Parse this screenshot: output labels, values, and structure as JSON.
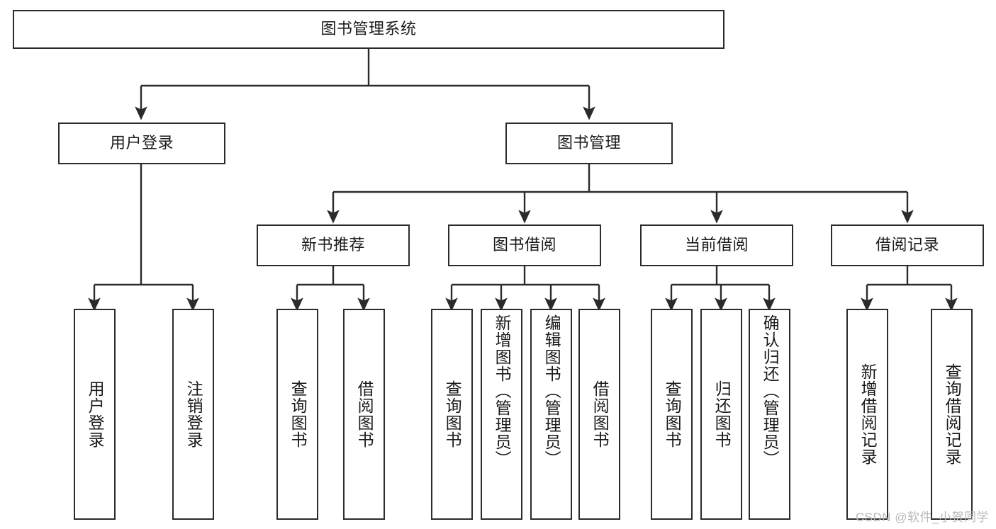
{
  "diagram": {
    "title": "图书管理系统",
    "watermark": "CSDN @软件_小贺同学",
    "type": "tree-hierarchy-diagram",
    "colors": {
      "box_border": "#2b2b2b",
      "box_fill": "#ffffff",
      "connector": "#2b2b2b",
      "text": "#1a1a1a",
      "watermark": "#b9b9b9",
      "background": "#ffffff"
    },
    "levels": {
      "level1": [
        "图书管理系统"
      ],
      "level2": [
        "用户登录",
        "图书管理"
      ],
      "level3": [
        "新书推荐",
        "图书借阅",
        "当前借阅",
        "借阅记录"
      ],
      "level4": [
        "用户登录",
        "注销登录",
        "查询图书",
        "借阅图书",
        "查询图书",
        "新增图书（管理员）",
        "编辑图书（管理员）",
        "借阅图书",
        "查询图书",
        "归还图书",
        "确认归还（管理员）",
        "新增借阅记录",
        "查询借阅记录"
      ]
    },
    "nodes": {
      "root": {
        "label": "图书管理系统"
      },
      "user_login": {
        "label": "用户登录"
      },
      "book_mgmt": {
        "label": "图书管理"
      },
      "new_book_rec": {
        "label": "新书推荐"
      },
      "book_borrow": {
        "label": "图书借阅"
      },
      "current_borrow": {
        "label": "当前借阅"
      },
      "borrow_record": {
        "label": "借阅记录"
      },
      "leaf_user_login": {
        "label": "用户登录"
      },
      "leaf_logout": {
        "label": "注销登录"
      },
      "leaf_query_book_1": {
        "label": "查询图书"
      },
      "leaf_borrow_book_1": {
        "label": "借阅图书"
      },
      "leaf_query_book_2": {
        "label": "查询图书"
      },
      "leaf_add_book": {
        "label": "新增图书（管理员）"
      },
      "leaf_edit_book": {
        "label": "编辑图书（管理员）"
      },
      "leaf_borrow_book_2": {
        "label": "借阅图书"
      },
      "leaf_query_book_3": {
        "label": "查询图书"
      },
      "leaf_return_book": {
        "label": "归还图书"
      },
      "leaf_confirm_return": {
        "label": "确认归还（管理员）"
      },
      "leaf_add_record": {
        "label": "新增借阅记录"
      },
      "leaf_query_record": {
        "label": "查询借阅记录"
      }
    }
  }
}
